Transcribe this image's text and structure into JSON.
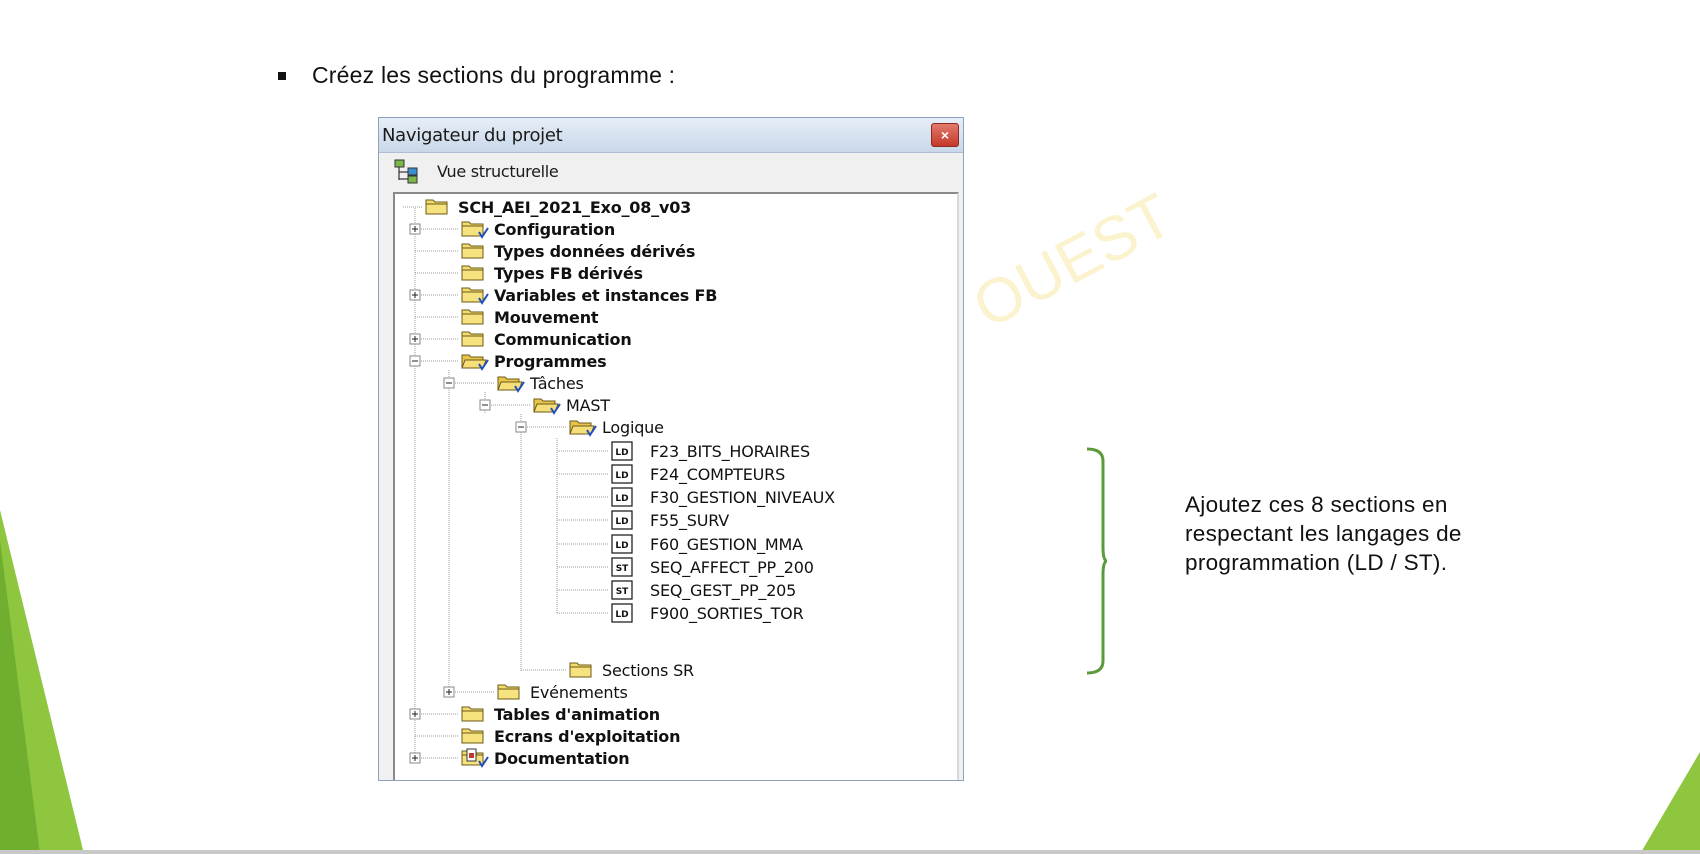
{
  "instruction": "Créez les sections du programme :",
  "window": {
    "title": "Navigateur du projet",
    "close_label": "×",
    "toolbar_label": "Vue structurelle"
  },
  "watermark": "OUEST",
  "tree": [
    {
      "label": "SCH_AEI_2021_Exo_08_v03",
      "bold": true
    },
    {
      "label": "Configuration",
      "bold": true
    },
    {
      "label": "Types données dérivés",
      "bold": true
    },
    {
      "label": "Types FB dérivés",
      "bold": true
    },
    {
      "label": "Variables et instances FB",
      "bold": true
    },
    {
      "label": "Mouvement",
      "bold": true
    },
    {
      "label": "Communication",
      "bold": true
    },
    {
      "label": "Programmes",
      "bold": true
    },
    {
      "label": "Tâches",
      "bold": false
    },
    {
      "label": "MAST",
      "bold": false
    },
    {
      "label": "Logique",
      "bold": false
    },
    {
      "label": "F23_BITS_HORAIRES",
      "lang": "LD"
    },
    {
      "label": "F24_COMPTEURS",
      "lang": "LD"
    },
    {
      "label": "F30_GESTION_NIVEAUX",
      "lang": "LD"
    },
    {
      "label": "F55_SURV",
      "lang": "LD"
    },
    {
      "label": "F60_GESTION_MMA",
      "lang": "LD"
    },
    {
      "label": "SEQ_AFFECT_PP_200",
      "lang": "ST"
    },
    {
      "label": "SEQ_GEST_PP_205",
      "lang": "ST"
    },
    {
      "label": "F900_SORTIES_TOR",
      "lang": "LD"
    },
    {
      "label": "Sections SR",
      "bold": false
    },
    {
      "label": "Evénements",
      "bold": false
    },
    {
      "label": "Tables d'animation",
      "bold": true
    },
    {
      "label": "Ecrans d'exploitation",
      "bold": true
    },
    {
      "label": "Documentation",
      "bold": true
    }
  ],
  "note": {
    "line1": "Ajoutez ces 8 sections en",
    "line2": "respectant les langages de",
    "line3": "programmation (LD / ST)."
  },
  "colors": {
    "brace": "#5a9a3a",
    "accent_green": "#8ec63f",
    "folder": "#f4dc6c",
    "check": "#1f4fbf"
  }
}
